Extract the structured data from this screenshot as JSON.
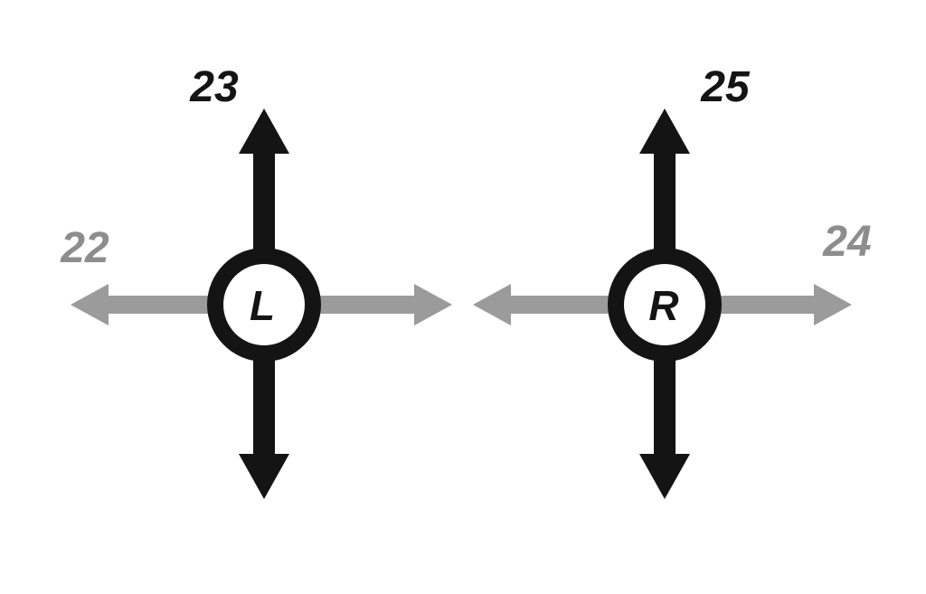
{
  "diagram": {
    "description": "Two joystick/direction nodes labeled L and R with numbered direction arrows",
    "colors": {
      "black": "#141414",
      "gray": "#9b9b9b",
      "label_gray": "#8d8d8d",
      "background": "#ffffff",
      "node_fill": "#ffffff"
    },
    "nodes": [
      {
        "label": "L",
        "up_label": "23",
        "side_label": "22",
        "side_label_side": "left"
      },
      {
        "label": "R",
        "up_label": "25",
        "side_label": "24",
        "side_label_side": "right"
      }
    ]
  }
}
